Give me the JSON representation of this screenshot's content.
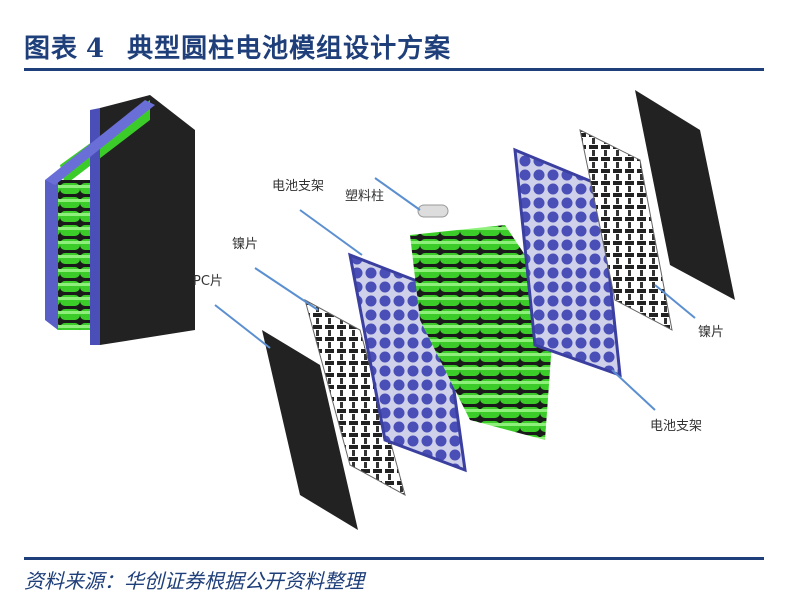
{
  "header": {
    "figure_label": "图表",
    "figure_number": "4",
    "title": "典型圆柱电池模组设计方案"
  },
  "labels": {
    "plastic_post": "塑料柱",
    "battery_bracket_left": "电池支架",
    "nickel_sheet_left": "镍片",
    "pc_sheet": "PC片",
    "nickel_sheet_right": "镍片",
    "battery_bracket_right": "电池支架"
  },
  "footer": {
    "source": "资料来源：华创证券根据公开资料整理"
  },
  "colors": {
    "accent": "#1f3f7a",
    "cell_green": "#3ccc2a",
    "bracket_purple": "#5a5fc8"
  }
}
